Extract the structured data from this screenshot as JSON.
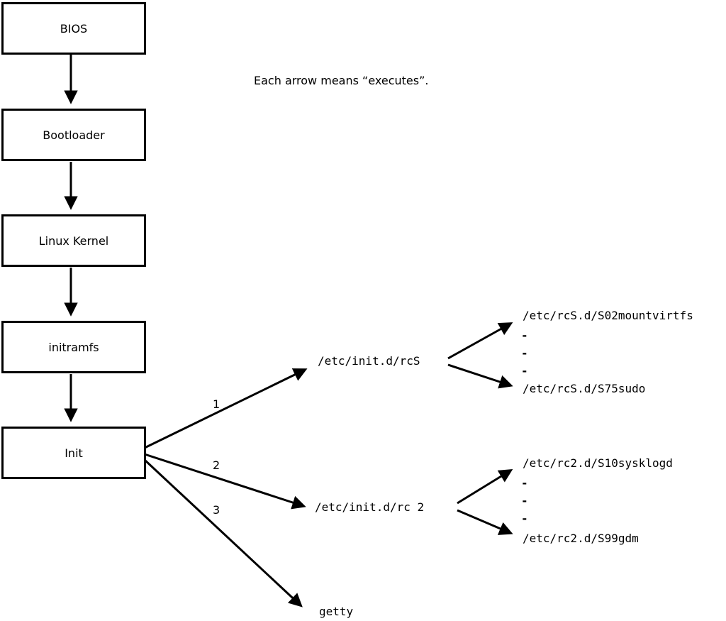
{
  "note": "Each arrow means “executes”.",
  "chain": {
    "bios": "BIOS",
    "bootloader": "Bootloader",
    "kernel": "Linux Kernel",
    "initramfs": "initramfs",
    "init": "Init"
  },
  "branches": {
    "b1": {
      "num": "1",
      "label": "/etc/init.d/rcS"
    },
    "b2": {
      "num": "2",
      "label": "/etc/init.d/rc 2"
    },
    "b3": {
      "num": "3",
      "label": "getty"
    }
  },
  "rcS": {
    "first": "/etc/rcS.d/S02mountvirtfs",
    "d1": "-",
    "d2": "-",
    "d3": "-",
    "last": "/etc/rcS.d/S75sudo"
  },
  "rc2": {
    "first": "/etc/rc2.d/S10sysklogd",
    "d1": "-",
    "d2": "-",
    "d3": "-",
    "last": "/etc/rc2.d/S99gdm"
  }
}
